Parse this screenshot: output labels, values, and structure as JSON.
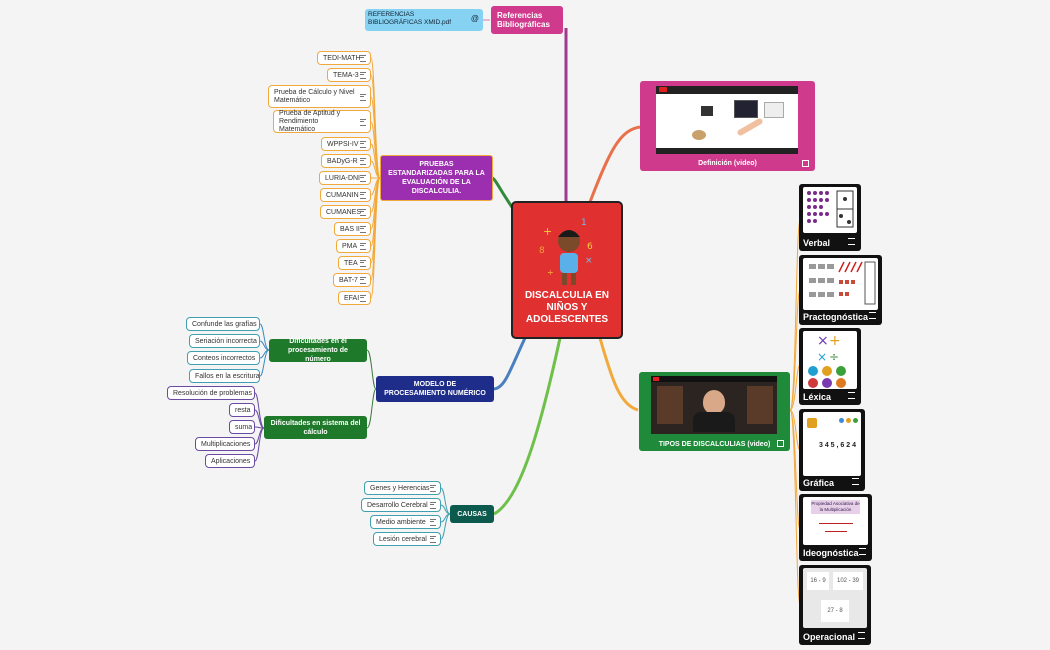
{
  "center": {
    "title": "DISCALCULIA EN NIÑOS Y ADOLESCENTES"
  },
  "referencias": {
    "label": "Referencias Bibliográficas",
    "file": "REFERENCIAS BIBLIOGRÁFICAS XMID.pdf"
  },
  "definicion": {
    "label": "Definición (video)"
  },
  "tipos": {
    "label": "TIPOS DE DISCALCULIAS (video)"
  },
  "pruebas": {
    "label": "PRUEBAS ESTANDARIZADAS PARA LA EVALUACIÓN DE LA DISCALCULIA.",
    "items": [
      "TEDI-MATH",
      "TEMA-3",
      "Prueba de Cálculo y Nivel Matemático",
      "Prueba de Aptitud y Rendimiento Matemático",
      "WPPSI-IV",
      "BADyG-R",
      "LURIA-DNI",
      "CUMANIN",
      "CUMANES",
      "BAS II",
      "PMA",
      "TEA",
      "BAT-7",
      "EFAI"
    ]
  },
  "modelo": {
    "label": "MODELO DE PROCESAMIENTO NUMÉRICO",
    "numero": {
      "label": "Dificultades en el procesamiento de número",
      "items": [
        "Confunde las grafías",
        "Seriación incorrecta",
        "Conteos incorrectos",
        "Fallos en la escritura"
      ]
    },
    "calculo": {
      "label": "Dificultades en sistema del cálculo",
      "items": [
        "Resolución de problemas",
        "resta",
        "suma",
        "Multiplicaciones",
        "Aplicaciones"
      ]
    }
  },
  "causas": {
    "label": "CAUSAS",
    "items": [
      "Genes y Herencias",
      "Desarrollo Cerebral",
      "Medio ambiente",
      "Lesión cerebral"
    ]
  },
  "tipos_list": {
    "items": [
      "Verbal",
      "Practognóstica",
      "Léxica",
      "Gráfica",
      "Ideognóstica",
      "Operacional"
    ],
    "gra_nums": "3 4 5 , 6 2 4",
    "ideo_title": "Propiedad Asociativa de la Multiplicación",
    "oper_a": "16 - 9",
    "oper_b": "102 - 39",
    "oper_c": "27 - 8"
  },
  "colors": {
    "center": "#e03030",
    "pruebas": "#9b2fb0",
    "modelo": "#1f2d8a",
    "green": "#1e7a2a",
    "causas": "#0c5a4e",
    "refs": "#d03a8c",
    "video": "#d03a8c",
    "video2": "#1e9a3a"
  }
}
